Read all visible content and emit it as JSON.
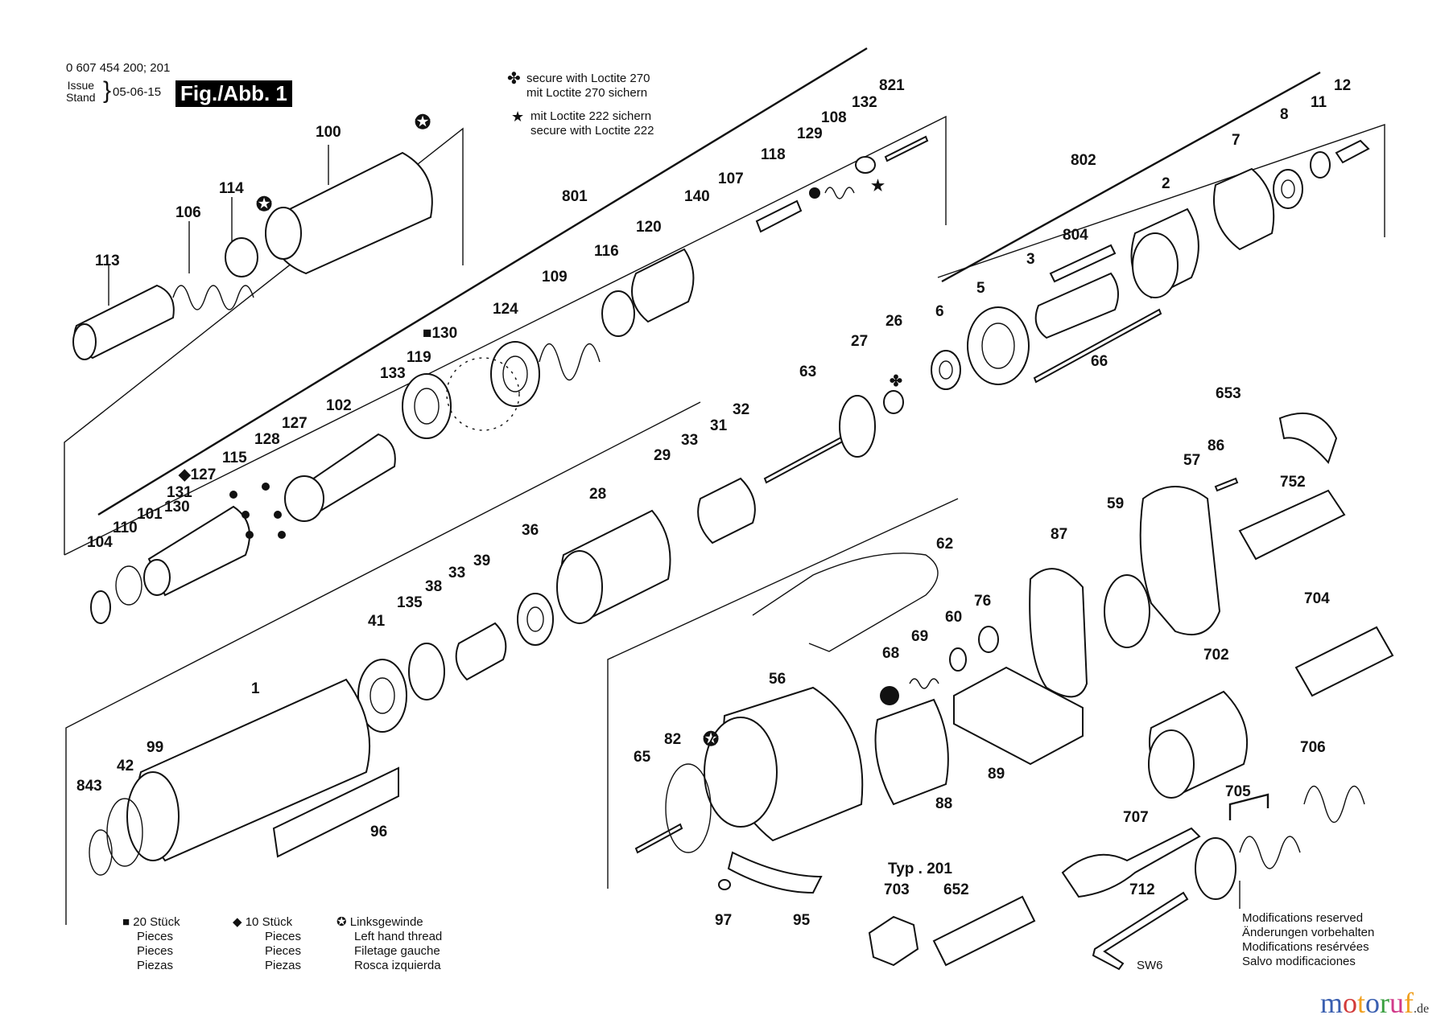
{
  "header": {
    "part_number": "0 607 454 200; 201",
    "issue_label_1": "Issue",
    "issue_label_2": "Stand",
    "issue_date": "05-06-15",
    "figure_label": "Fig./Abb. 1"
  },
  "notes": {
    "loctite270_line1": "secure with Loctite 270",
    "loctite270_line2": "mit Loctite 270 sichern",
    "loctite222_line1": "mit Loctite 222 sichern",
    "loctite222_line2": "secure with Loctite 222"
  },
  "legend": {
    "square": {
      "qty": "20 Stück",
      "l2": "Pieces",
      "l3": "Pieces",
      "l4": "Piezas"
    },
    "diamond": {
      "qty": "10 Stück",
      "l2": "Pieces",
      "l3": "Pieces",
      "l4": "Piezas"
    },
    "lefthand": {
      "l1": "Linksgewinde",
      "l2": "Left hand thread",
      "l3": "Filetage gauche",
      "l4": "Rosca izquierda"
    }
  },
  "modifications": [
    "Modifications reserved",
    "Änderungen vorbehalten",
    "Modifications resérvées",
    "Salvo modificaciones"
  ],
  "brand": {
    "name_parts": [
      "m",
      "o",
      "t",
      "o",
      "r",
      "u",
      "f"
    ],
    "suffix": ".de",
    "colors": [
      "#3a5fb0",
      "#d23a3a",
      "#f0a020",
      "#3a5fb0",
      "#3aa040",
      "#d23a8a",
      "#f0a020"
    ]
  },
  "type_label": "Typ . 201",
  "sw_label": "SW6",
  "part_labels": [
    {
      "id": "100",
      "text": "100"
    },
    {
      "id": "114",
      "text": "114"
    },
    {
      "id": "106",
      "text": "106"
    },
    {
      "id": "113",
      "text": "113"
    },
    {
      "id": "801",
      "text": "801"
    },
    {
      "id": "140",
      "text": "140"
    },
    {
      "id": "107",
      "text": "107"
    },
    {
      "id": "118",
      "text": "118"
    },
    {
      "id": "129",
      "text": "129"
    },
    {
      "id": "108",
      "text": "108"
    },
    {
      "id": "132",
      "text": "132"
    },
    {
      "id": "821",
      "text": "821"
    },
    {
      "id": "120",
      "text": "120"
    },
    {
      "id": "116",
      "text": "116"
    },
    {
      "id": "109",
      "text": "109"
    },
    {
      "id": "124",
      "text": "124"
    },
    {
      "id": "130a",
      "text": "■130"
    },
    {
      "id": "119",
      "text": "119"
    },
    {
      "id": "133",
      "text": "133"
    },
    {
      "id": "102",
      "text": "102"
    },
    {
      "id": "127a",
      "text": "127"
    },
    {
      "id": "128",
      "text": "128"
    },
    {
      "id": "115",
      "text": "115"
    },
    {
      "id": "127b",
      "text": "◆127"
    },
    {
      "id": "131",
      "text": "131"
    },
    {
      "id": "130b",
      "text": "130"
    },
    {
      "id": "101",
      "text": "101"
    },
    {
      "id": "110",
      "text": "110"
    },
    {
      "id": "104",
      "text": "104"
    },
    {
      "id": "802",
      "text": "802"
    },
    {
      "id": "804",
      "text": "804"
    },
    {
      "id": "3",
      "text": "3"
    },
    {
      "id": "2",
      "text": "2"
    },
    {
      "id": "7",
      "text": "7"
    },
    {
      "id": "8",
      "text": "8"
    },
    {
      "id": "11",
      "text": "11"
    },
    {
      "id": "12",
      "text": "12"
    },
    {
      "id": "6",
      "text": "6"
    },
    {
      "id": "5",
      "text": "5"
    },
    {
      "id": "66",
      "text": "66"
    },
    {
      "id": "63",
      "text": "63"
    },
    {
      "id": "27",
      "text": "27"
    },
    {
      "id": "26",
      "text": "26"
    },
    {
      "id": "32",
      "text": "32"
    },
    {
      "id": "31",
      "text": "31"
    },
    {
      "id": "33a",
      "text": "33"
    },
    {
      "id": "29",
      "text": "29"
    },
    {
      "id": "28",
      "text": "28"
    },
    {
      "id": "36",
      "text": "36"
    },
    {
      "id": "39",
      "text": "39"
    },
    {
      "id": "33b",
      "text": "33"
    },
    {
      "id": "38",
      "text": "38"
    },
    {
      "id": "135",
      "text": "135"
    },
    {
      "id": "41",
      "text": "41"
    },
    {
      "id": "1",
      "text": "1"
    },
    {
      "id": "99",
      "text": "99"
    },
    {
      "id": "42",
      "text": "42"
    },
    {
      "id": "843",
      "text": "843"
    },
    {
      "id": "96",
      "text": "96"
    },
    {
      "id": "653",
      "text": "653"
    },
    {
      "id": "86",
      "text": "86"
    },
    {
      "id": "57",
      "text": "57"
    },
    {
      "id": "752",
      "text": "752"
    },
    {
      "id": "59",
      "text": "59"
    },
    {
      "id": "87",
      "text": "87"
    },
    {
      "id": "62",
      "text": "62"
    },
    {
      "id": "76",
      "text": "76"
    },
    {
      "id": "60",
      "text": "60"
    },
    {
      "id": "69",
      "text": "69"
    },
    {
      "id": "68",
      "text": "68"
    },
    {
      "id": "56",
      "text": "56"
    },
    {
      "id": "704",
      "text": "704"
    },
    {
      "id": "702",
      "text": "702"
    },
    {
      "id": "706",
      "text": "706"
    },
    {
      "id": "89",
      "text": "89"
    },
    {
      "id": "88",
      "text": "88"
    },
    {
      "id": "65",
      "text": "65"
    },
    {
      "id": "82",
      "text": "82"
    },
    {
      "id": "707",
      "text": "707"
    },
    {
      "id": "705",
      "text": "705"
    },
    {
      "id": "703",
      "text": "703"
    },
    {
      "id": "652",
      "text": "652"
    },
    {
      "id": "712",
      "text": "712"
    },
    {
      "id": "97",
      "text": "97"
    },
    {
      "id": "95",
      "text": "95"
    }
  ]
}
